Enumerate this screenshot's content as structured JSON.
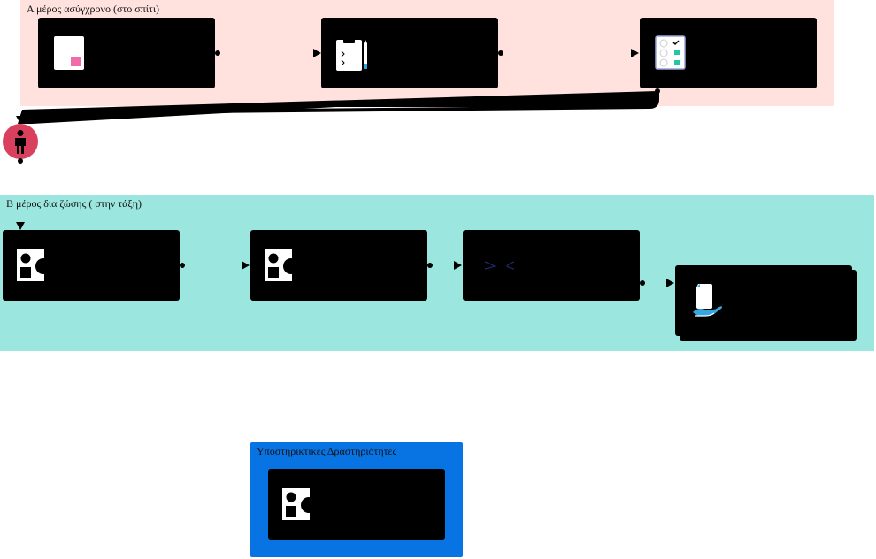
{
  "colors": {
    "zone_a": "#ffe1de",
    "zone_b": "#9be6de",
    "zone_support": "#0874e3",
    "card": "#000000",
    "person": "#d9405e",
    "accent_pink": "#f06ba7",
    "accent_teal": "#21c7a2",
    "accent_blue": "#33a8e0"
  },
  "zones": {
    "a": {
      "label": "Α μέρος ασύγχρονο (στο σπίτι)"
    },
    "b": {
      "label": "Β μέρος δια ζώσης ( στην τάξη)"
    },
    "support": {
      "label": "Υποστηρικτικές Δραστηριότητες"
    }
  },
  "cards": {
    "a1": {
      "icon": "document-icon"
    },
    "a2": {
      "icon": "clipboard-pencil-icon"
    },
    "a3": {
      "icon": "checklist-icon"
    },
    "b1": {
      "icon": "shapes-icon"
    },
    "b2": {
      "icon": "shapes-icon"
    },
    "b3": {
      "icon": "discussion-icon"
    },
    "b4": {
      "icon": "hand-document-icon"
    },
    "s1": {
      "icon": "shapes-icon"
    }
  },
  "person": {
    "icon": "person-icon"
  }
}
